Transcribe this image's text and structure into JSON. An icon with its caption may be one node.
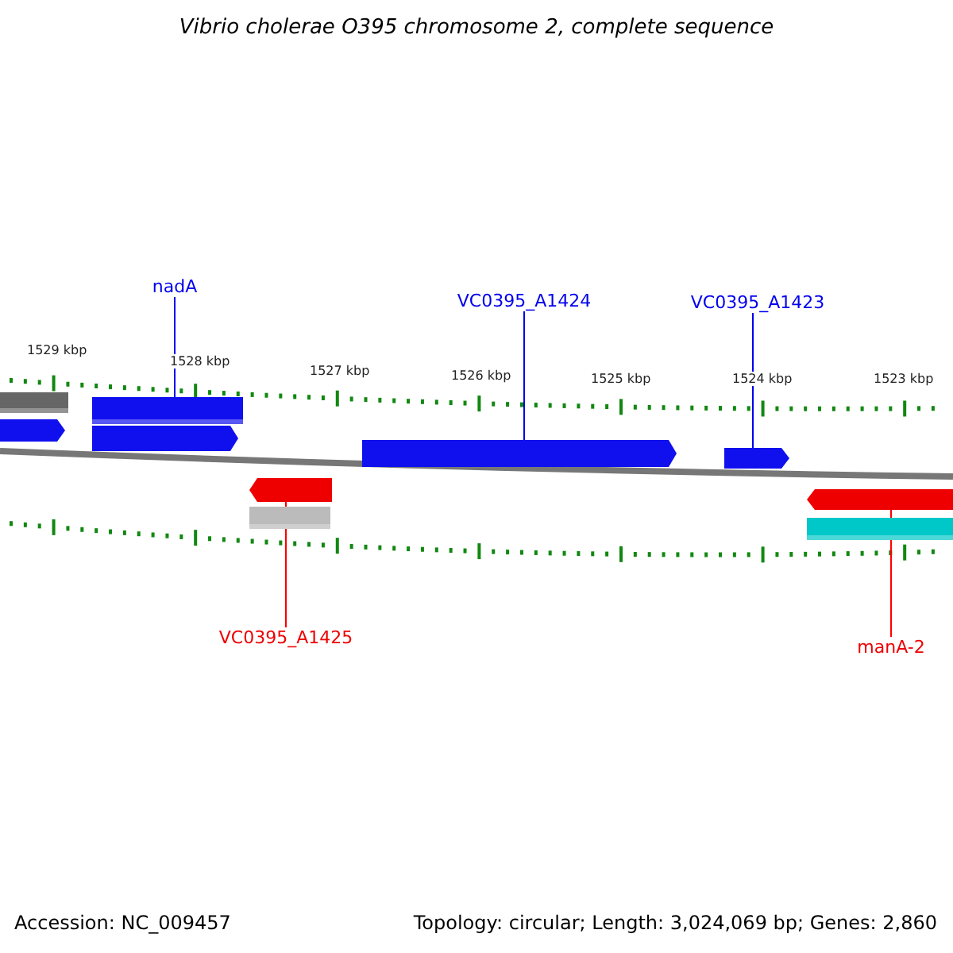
{
  "diagram": {
    "title": "Vibrio cholerae O395 chromosome 2, complete sequence",
    "nodes": [
      {
        "text": [
          "nadA"
        ]
      },
      {
        "text": [],
        "shape": "bar"
      },
      {
        "text": [
          "VC0395_A1424"
        ]
      },
      {
        "text": [],
        "shape": "arrow"
      },
      {
        "text": [
          "VC0395_A1423"
        ]
      },
      {
        "text": [],
        "shape": "arrow"
      },
      {
        "text": [
          "VC0395_A1425"
        ]
      },
      {
        "text": [],
        "shape": "arrow"
      },
      {
        "text": [
          "manA-2"
        ]
      },
      {
        "text": [],
        "shape": "arrow"
      },
      {
        "text": [],
        "shape": "bar"
      },
      {
        "text": [],
        "shape": "arrow"
      },
      {
        "text": [],
        "shape": "arrow"
      },
      {
        "text": [],
        "shape": "bar"
      },
      {
        "text": [],
        "shape": "bar"
      }
    ],
    "edges": [
      {
        "from": 0,
        "to": 1,
        "arrow": "none"
      },
      {
        "from": 2,
        "to": 3,
        "arrow": "none"
      },
      {
        "from": 4,
        "to": 5,
        "arrow": "none"
      },
      {
        "from": 6,
        "to": 7,
        "arrow": "none",
        "color": "#ff0000"
      },
      {
        "from": 8,
        "to": 9,
        "arrow": "none",
        "color": "#ff0000"
      }
    ],
    "labels": [
      "1529 kbp",
      "1528 kbp",
      "1527 kbp",
      "1526 kbp",
      "1525 kbp",
      "1524 kbp",
      "1523 kbp",
      "Accession: NC_009457",
      "Topology: circular; Length: 3,024,069 bp; Genes: 2,860"
    ]
  }
}
